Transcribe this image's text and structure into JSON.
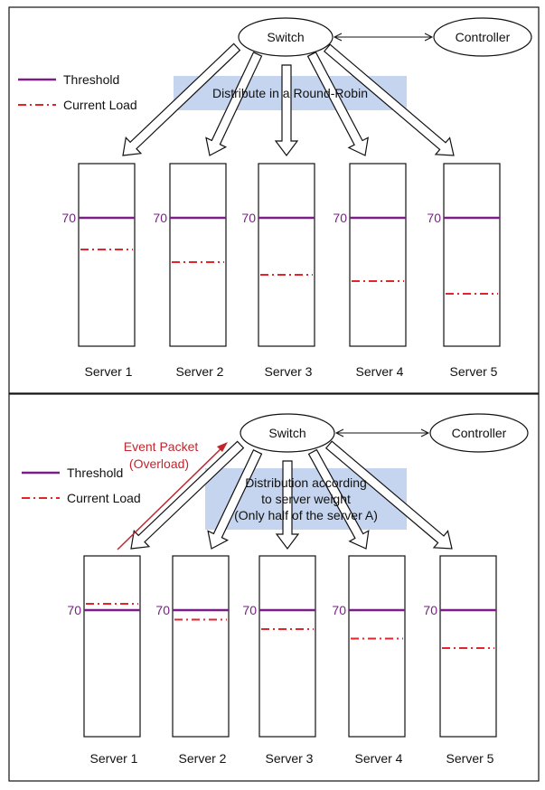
{
  "colors": {
    "threshold": "#7a1f86",
    "current_load": "#e0262d",
    "note_fill": "#c5d5ef",
    "event": "#c0262d",
    "outline": "#111111"
  },
  "panels": [
    {
      "switch_label": "Switch",
      "controller_label": "Controller",
      "legend": {
        "threshold": "Threshold",
        "current_load": "Current Load"
      },
      "note_lines": [
        "Distribute in a Round-Robin"
      ],
      "event": null,
      "threshold_value": "70",
      "servers": [
        {
          "label": "Server 1",
          "load": 60
        },
        {
          "label": "Server 2",
          "load": 56
        },
        {
          "label": "Server 3",
          "load": 52
        },
        {
          "label": "Server 4",
          "load": 50
        },
        {
          "label": "Server 5",
          "load": 46
        }
      ]
    },
    {
      "switch_label": "Switch",
      "controller_label": "Controller",
      "legend": {
        "threshold": "Threshold",
        "current_load": "Current Load"
      },
      "note_lines": [
        "Distribution according",
        "to server weight",
        "(Only half of the server A)"
      ],
      "event": {
        "lines": [
          "Event Packet",
          "(Overload)"
        ]
      },
      "threshold_value": "70",
      "servers": [
        {
          "label": "Server 1",
          "load": 72
        },
        {
          "label": "Server 2",
          "load": 67
        },
        {
          "label": "Server 3",
          "load": 64
        },
        {
          "label": "Server 4",
          "load": 61
        },
        {
          "label": "Server 5",
          "load": 58
        }
      ]
    }
  ]
}
